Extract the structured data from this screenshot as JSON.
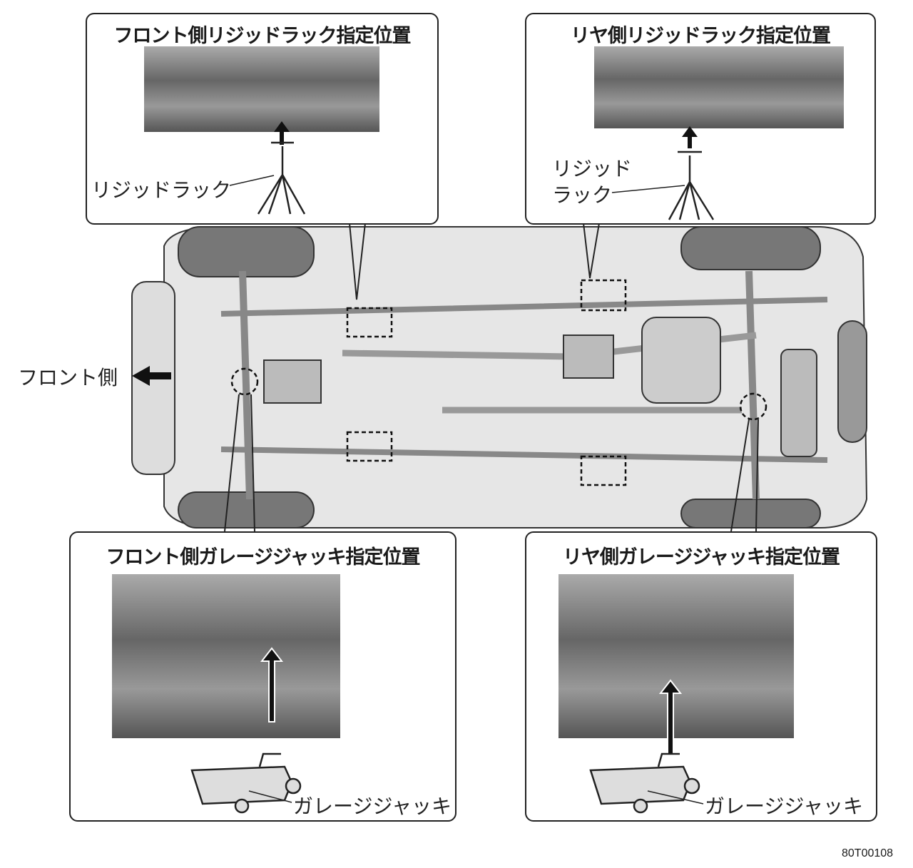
{
  "callouts": {
    "front_rigid_rack": {
      "title": "フロント側リジッドラック指定位置",
      "label": "リジッドラック"
    },
    "rear_rigid_rack": {
      "title": "リヤ側リジッドラック指定位置",
      "label_line1": "リジッド",
      "label_line2": "ラック"
    },
    "front_garage_jack": {
      "title": "フロント側ガレージジャッキ指定位置",
      "label": "ガレージジャッキ"
    },
    "rear_garage_jack": {
      "title": "リヤ側ガレージジャッキ指定位置",
      "label": "ガレージジャッキ"
    }
  },
  "vehicle": {
    "front_label": "フロント側"
  },
  "figure_code": "80T00108"
}
